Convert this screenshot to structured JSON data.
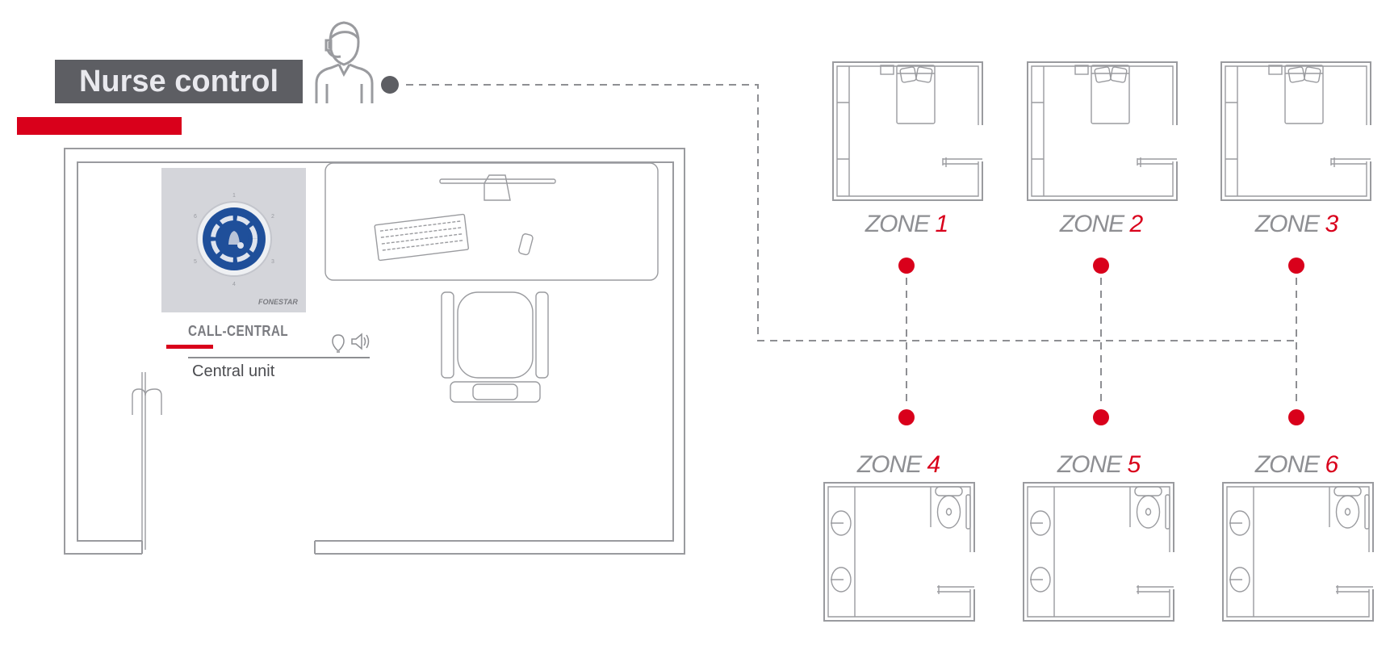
{
  "header": {
    "title": "Nurse control"
  },
  "device": {
    "name": "CALL-CENTRAL",
    "description": "Central unit",
    "brand": "FONESTAR",
    "dial_numbers": [
      "1",
      "2",
      "3",
      "4",
      "5",
      "6"
    ]
  },
  "zones": [
    {
      "label": "ZONE",
      "number": "1",
      "type": "bedroom"
    },
    {
      "label": "ZONE",
      "number": "2",
      "type": "bedroom"
    },
    {
      "label": "ZONE",
      "number": "3",
      "type": "bedroom"
    },
    {
      "label": "ZONE",
      "number": "4",
      "type": "bathroom"
    },
    {
      "label": "ZONE",
      "number": "5",
      "type": "bathroom"
    },
    {
      "label": "ZONE",
      "number": "6",
      "type": "bathroom"
    }
  ],
  "colors": {
    "accent": "#d9001b",
    "title_bg": "#5d5e63",
    "device_blue": "#1f4f9a",
    "line": "#9a9b9f"
  },
  "icons": [
    "headset-operator-icon",
    "lightbulb-icon",
    "speaker-icon",
    "bell-icon"
  ]
}
